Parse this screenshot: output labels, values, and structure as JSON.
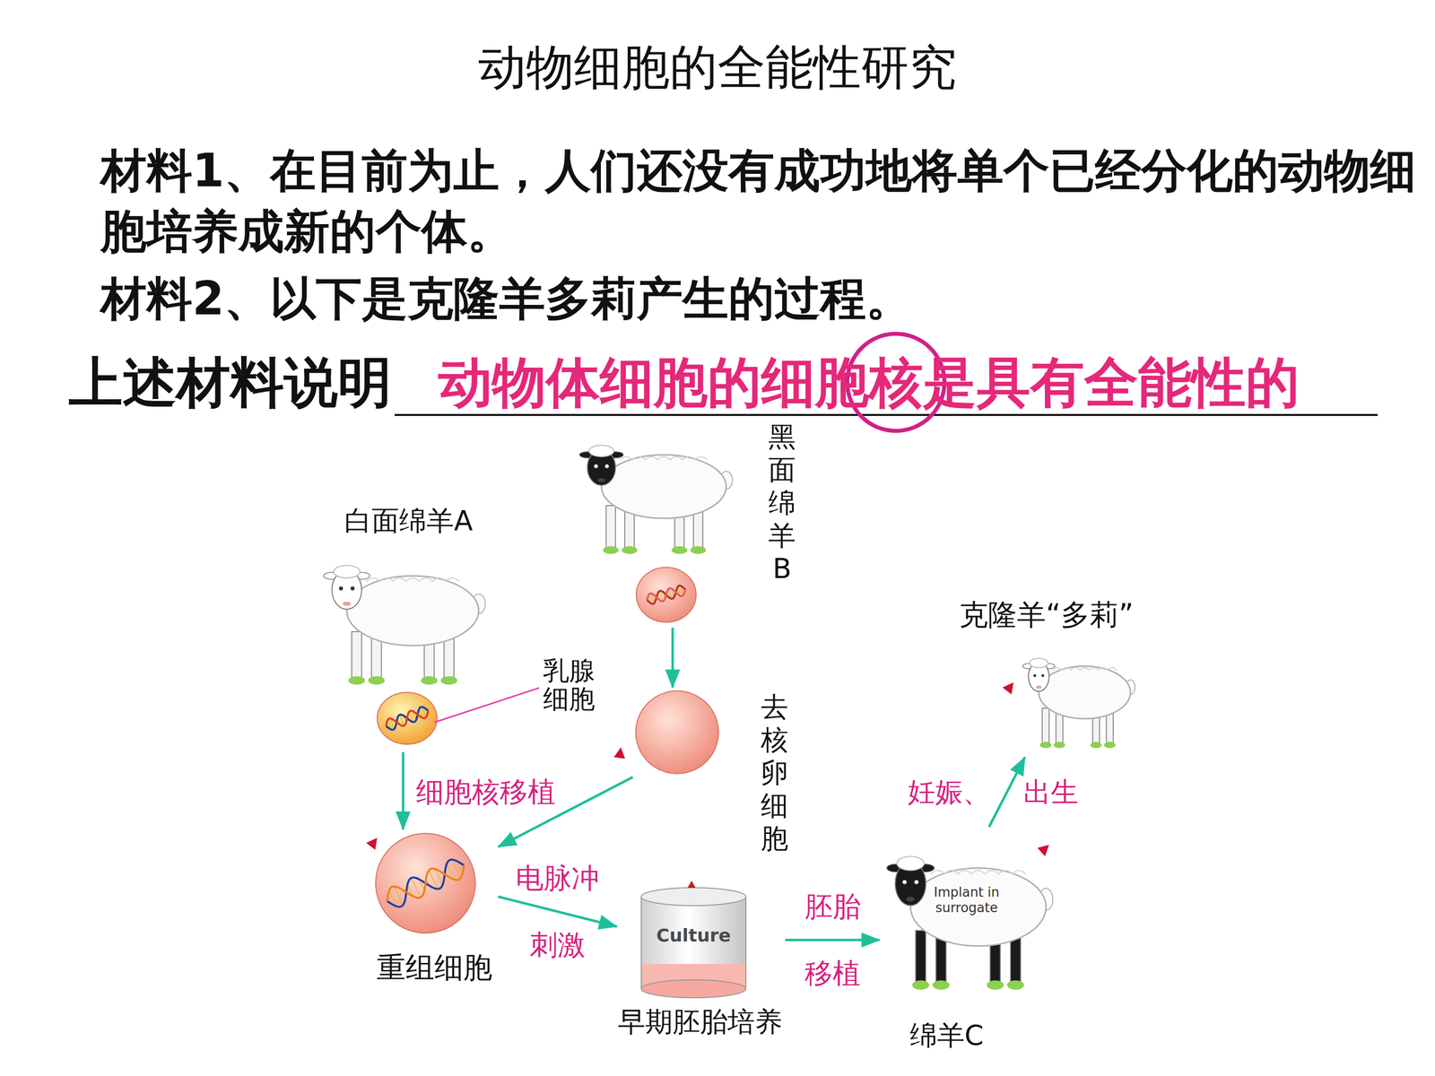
{
  "diagram": {
    "title": "动物细胞的全能性研究",
    "nodes": [
      {
        "text": [
          "白面绵羊A"
        ]
      },
      {
        "text": [
          "黑面绵羊B"
        ]
      },
      {
        "text": [
          "去核卵细胞"
        ]
      },
      {
        "text": [
          "重组细胞"
        ]
      },
      {
        "text": [
          "Culture",
          "早期胚胎培养"
        ]
      },
      {
        "text": [
          "Implant in surrogate",
          "绵羊C"
        ]
      },
      {
        "text": [
          "克隆羊“多莉”"
        ]
      }
    ],
    "edges": [
      {
        "from": 0,
        "to": 3,
        "arrow": "to"
      },
      {
        "from": 1,
        "to": 2,
        "arrow": "to"
      },
      {
        "from": 2,
        "to": 3,
        "label": "细胞核移植",
        "arrow": "to"
      },
      {
        "from": 3,
        "to": 4,
        "label": "电脉冲 刺激",
        "arrow": "to"
      },
      {
        "from": 4,
        "to": 5,
        "label": "胚胎 移植",
        "arrow": "to"
      },
      {
        "from": 5,
        "to": 6,
        "label": "妊娠、 出生",
        "arrow": "to"
      }
    ],
    "labels": [
      "材料1、在目前为止，人们还没有成功地将单个已经分化的动物细胞培养成新的个体。",
      "材料2、以下是克隆羊多莉产生的过程。",
      "上述材料说明",
      "动物体细胞的细胞核是具有全能性的",
      "乳腺细胞"
    ]
  }
}
